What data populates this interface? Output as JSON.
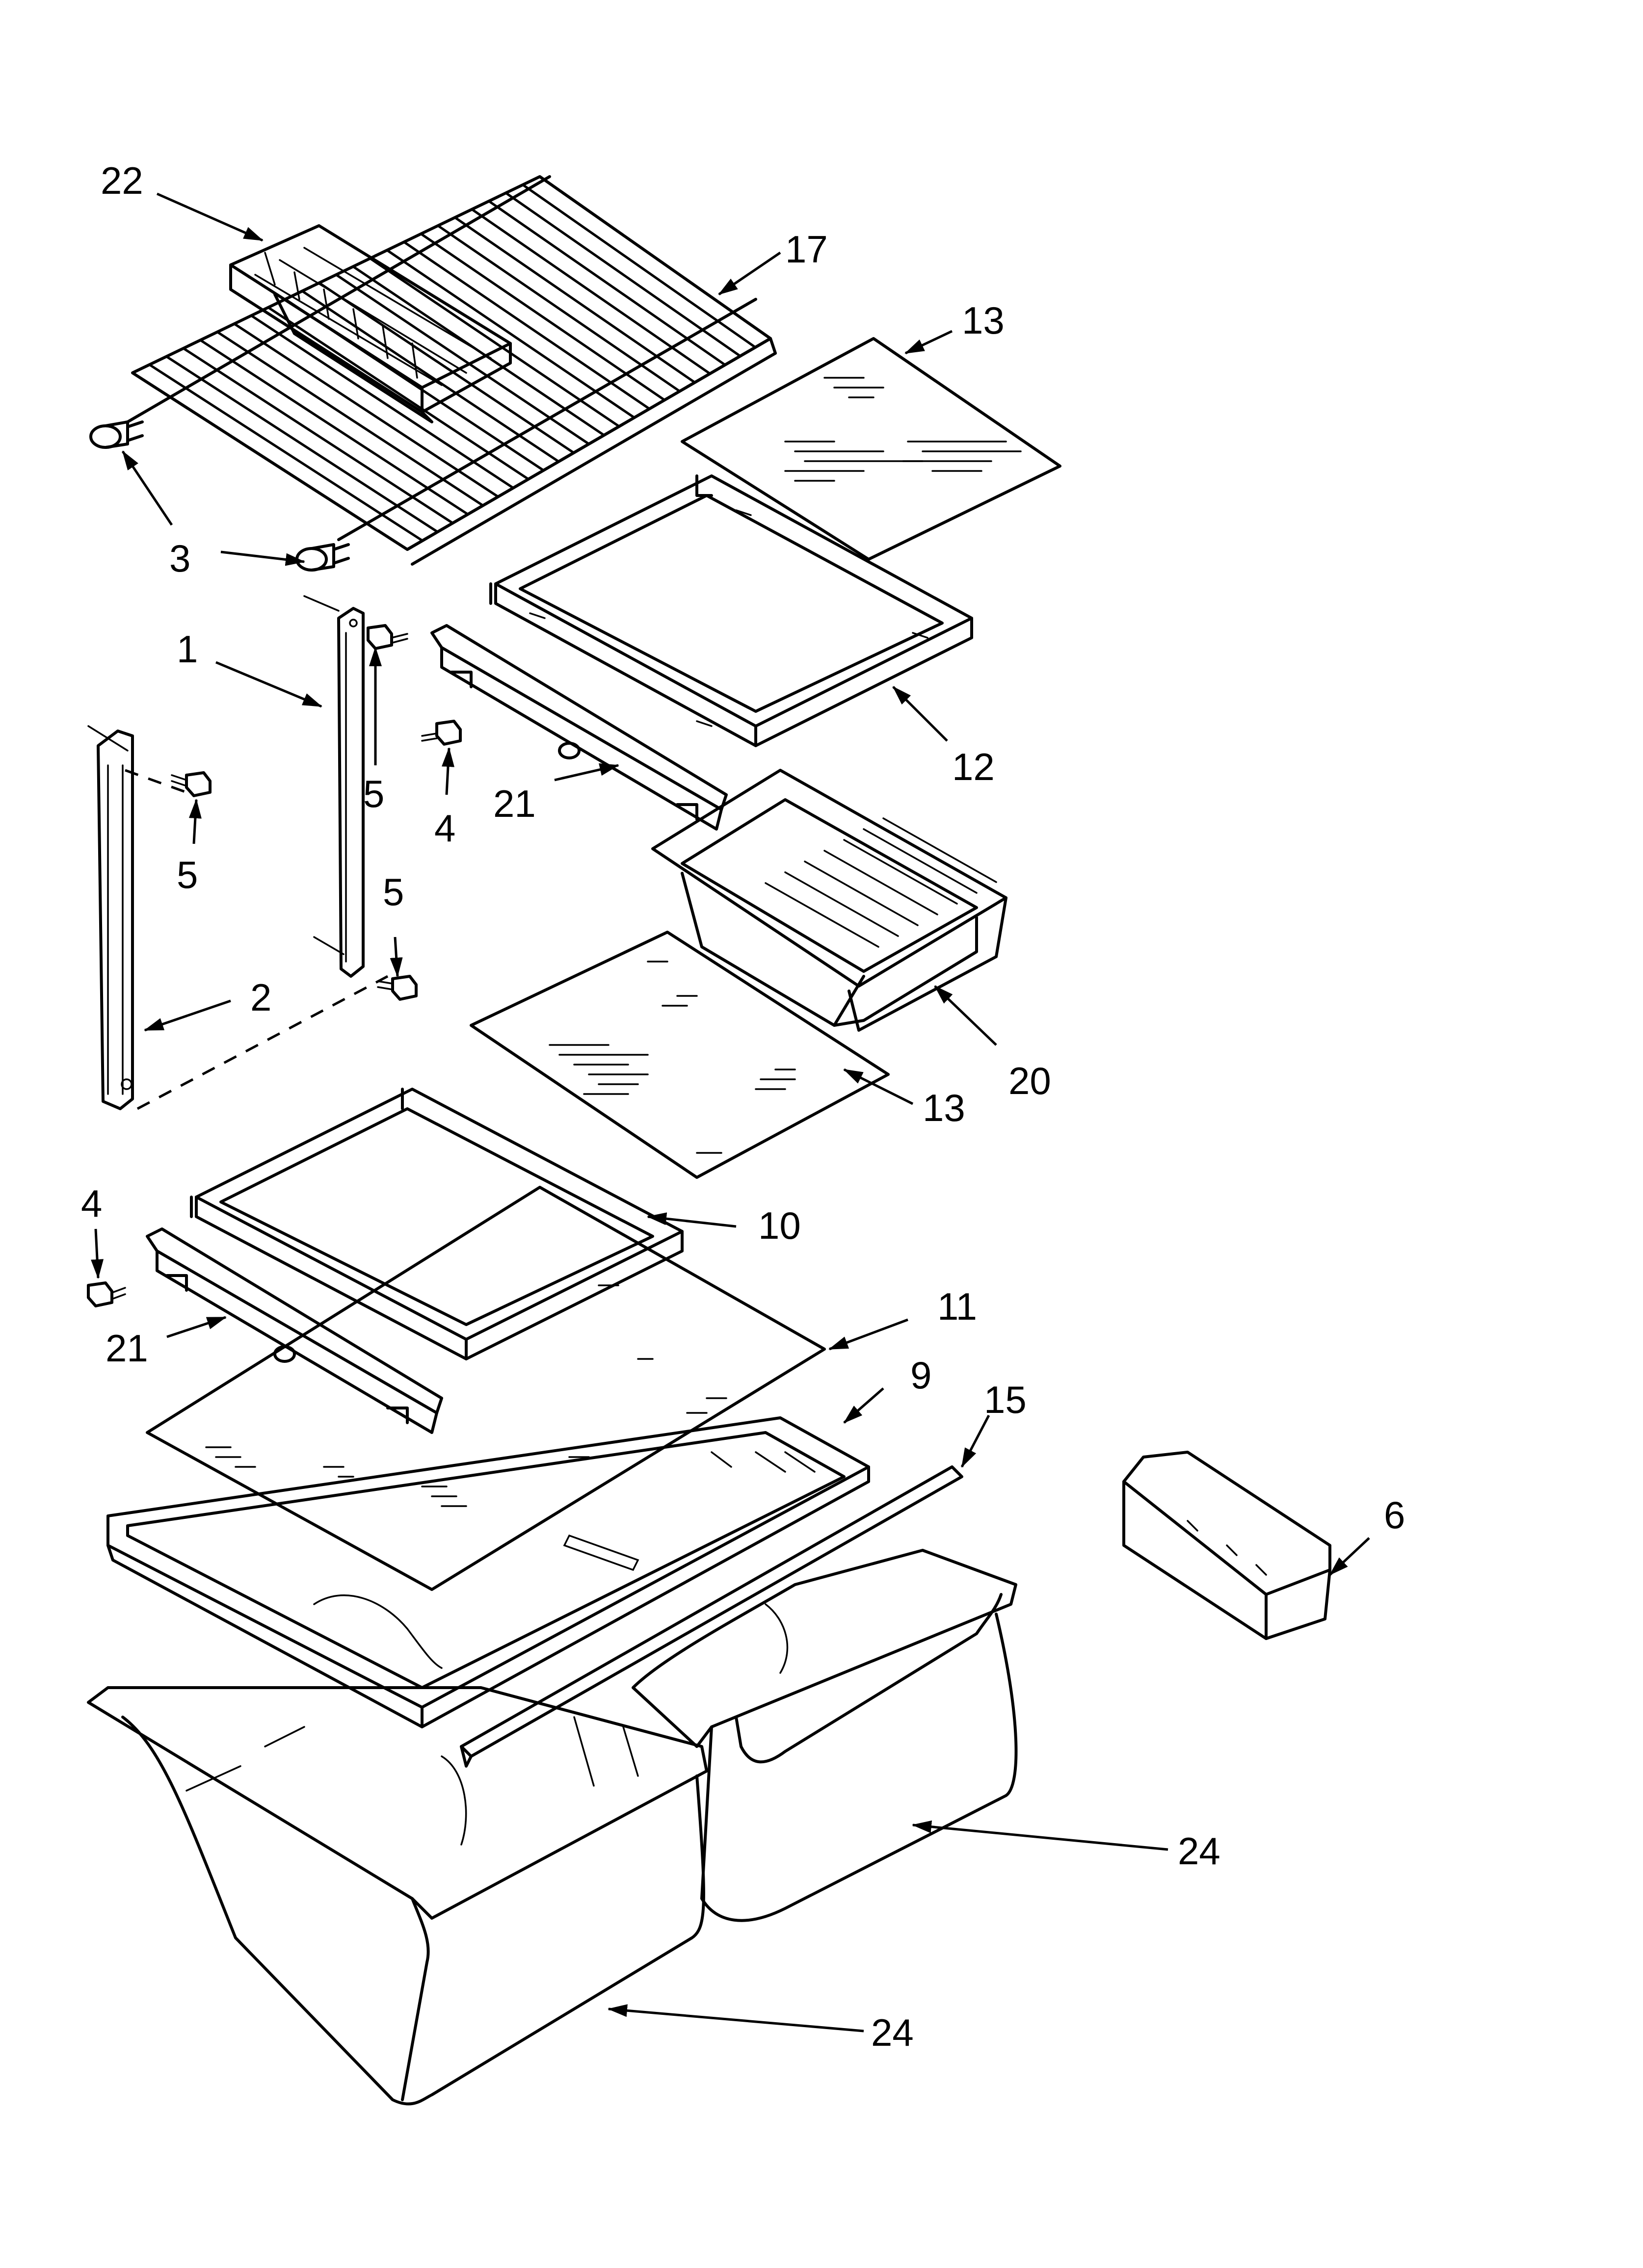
{
  "callouts": {
    "c22": "22",
    "c17": "17",
    "c13a": "13",
    "c3": "3",
    "c1": "1",
    "c5a": "5",
    "c5b": "5",
    "c4a": "4",
    "c21a": "21",
    "c12": "12",
    "c5c": "5",
    "c2": "2",
    "c20": "20",
    "c13b": "13",
    "c4b": "4",
    "c10": "10",
    "c21b": "21",
    "c11": "11",
    "c9": "9",
    "c15": "15",
    "c6": "6",
    "c24a": "24",
    "c24b": "24"
  }
}
